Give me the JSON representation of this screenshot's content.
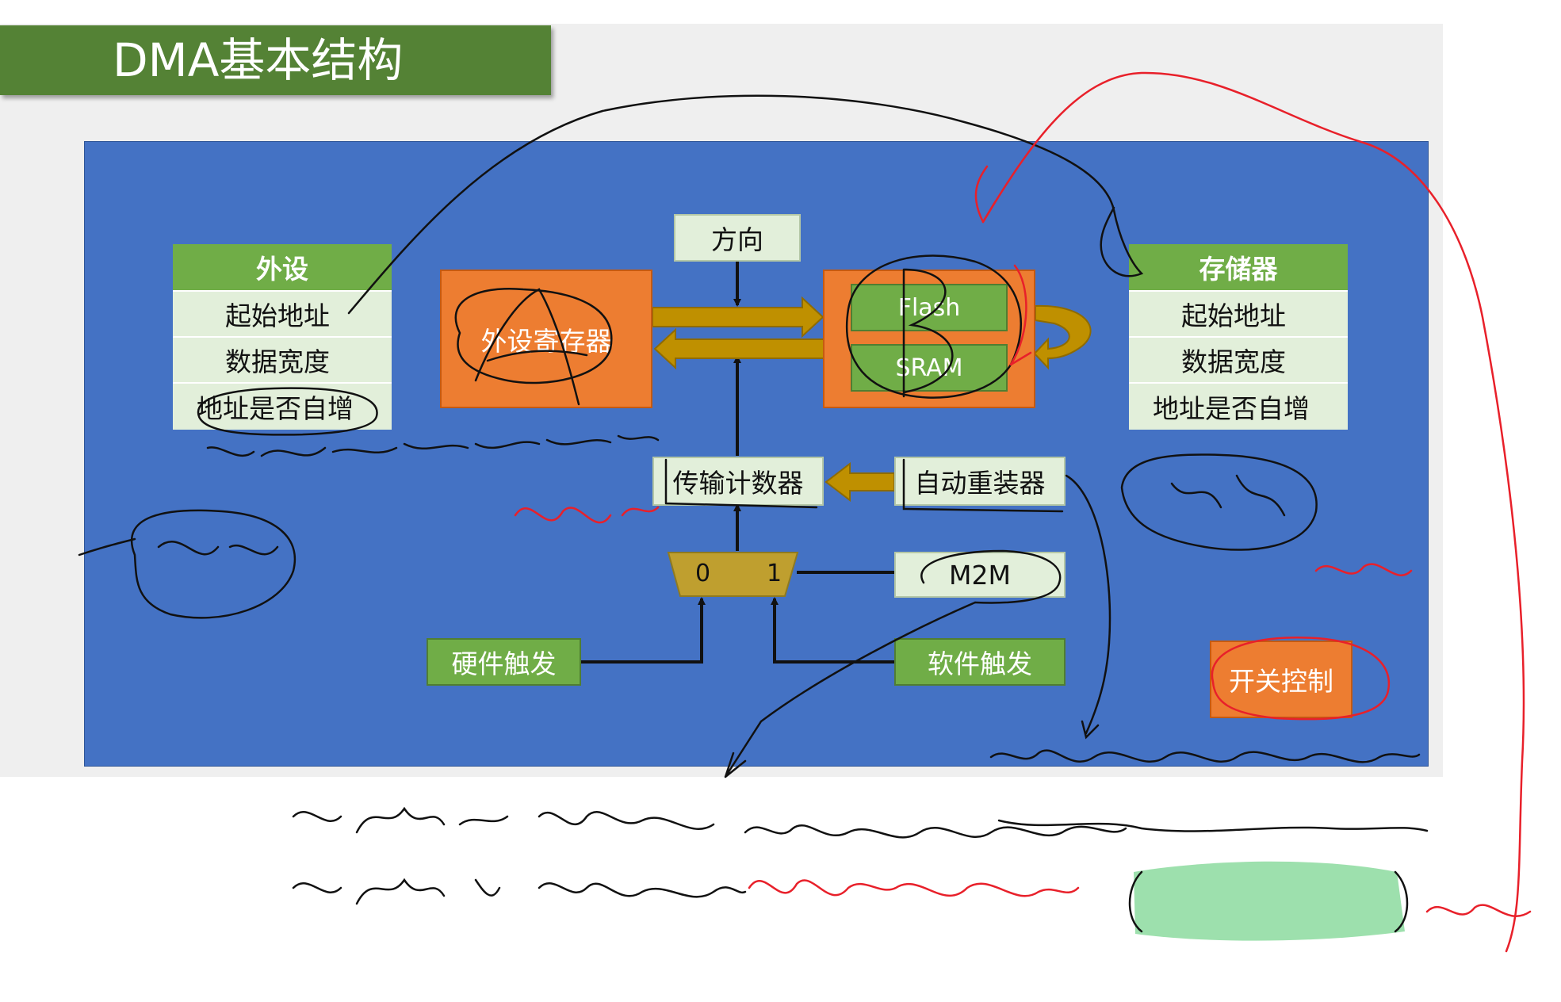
{
  "slide": {
    "title": "DMA基本结构"
  },
  "peripheral_table": {
    "header": "外设",
    "rows": [
      "起始地址",
      "数据宽度",
      "地址是否自增"
    ]
  },
  "memory_table": {
    "header": "存储器",
    "rows": [
      "起始地址",
      "数据宽度",
      "地址是否自增"
    ]
  },
  "blocks": {
    "direction": "方向",
    "peripheral_register": "外设寄存器",
    "flash": "Flash",
    "sram": "SRAM",
    "transfer_counter": "传输计数器",
    "auto_reload": "自动重装器",
    "mux_0": "0",
    "mux_1": "1",
    "m2m": "M2M",
    "hardware_trigger": "硬件触发",
    "software_trigger": "软件触发",
    "switch_control": "开关控制"
  },
  "colors": {
    "panel": "#4472c4",
    "title_bar": "#548235",
    "green": "#70ad47",
    "orange": "#ed7d31",
    "arrow_gold": "#bf9000",
    "mux": "#bf9f2f",
    "ink": "#111111",
    "red_ink": "#e8202a",
    "highlighter": "#4cc76a"
  }
}
